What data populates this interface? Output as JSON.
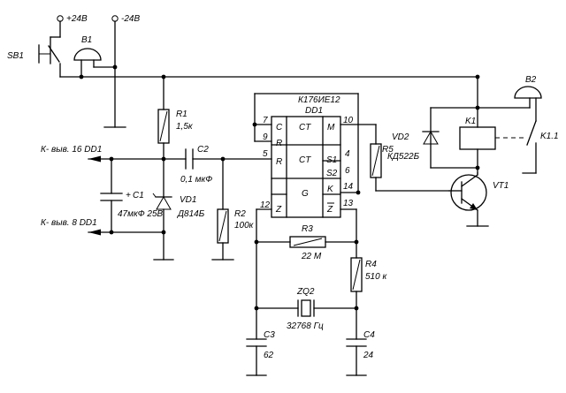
{
  "power": {
    "plus": "+24В",
    "minus": "-24В"
  },
  "chip": {
    "type": "К176ИЕ12",
    "ref": "DD1",
    "blocks": {
      "ct1": "CT",
      "ct2": "CT",
      "g": "G"
    },
    "pins": {
      "p7": "7",
      "p9": "9",
      "p5": "5",
      "p12": "12",
      "p10": "10",
      "p4": "4",
      "p6": "6",
      "p14": "14",
      "p13": "13"
    },
    "pin_labels": {
      "c": "C",
      "r_top": "R",
      "r_mid": "R",
      "z": "Z",
      "m": "M",
      "s1": "S1",
      "s2": "S2",
      "k": "K",
      "zbar": "Z"
    }
  },
  "outputs": {
    "to16": "К- выв. 16 DD1",
    "to8": "К- выв. 8 DD1"
  },
  "components": {
    "sb1": {
      "ref": "SB1"
    },
    "b1": {
      "ref": "B1"
    },
    "b2": {
      "ref": "B2"
    },
    "r1": {
      "ref": "R1",
      "value": "1,5к"
    },
    "r2": {
      "ref": "R2",
      "value": "100к"
    },
    "r3": {
      "ref": "R3",
      "value": "22 М"
    },
    "r4": {
      "ref": "R4",
      "value": "510 к"
    },
    "r5": {
      "ref": "R5"
    },
    "c1": {
      "ref": "C1",
      "value": "47мкФ 25В",
      "plus": "+"
    },
    "c2": {
      "ref": "C2",
      "value": "0,1 мкФ"
    },
    "c3": {
      "ref": "C3",
      "value": "62"
    },
    "c4": {
      "ref": "C4",
      "value": "24"
    },
    "vd1": {
      "ref": "VD1",
      "value": "Д814Б"
    },
    "vd2": {
      "ref": "VD2",
      "value": "КД522Б"
    },
    "zq2": {
      "ref": "ZQ2",
      "value": "32768 Гц"
    },
    "k1": {
      "ref": "K1"
    },
    "k11": {
      "ref": "K1.1"
    },
    "vt1": {
      "ref": "VT1"
    }
  }
}
